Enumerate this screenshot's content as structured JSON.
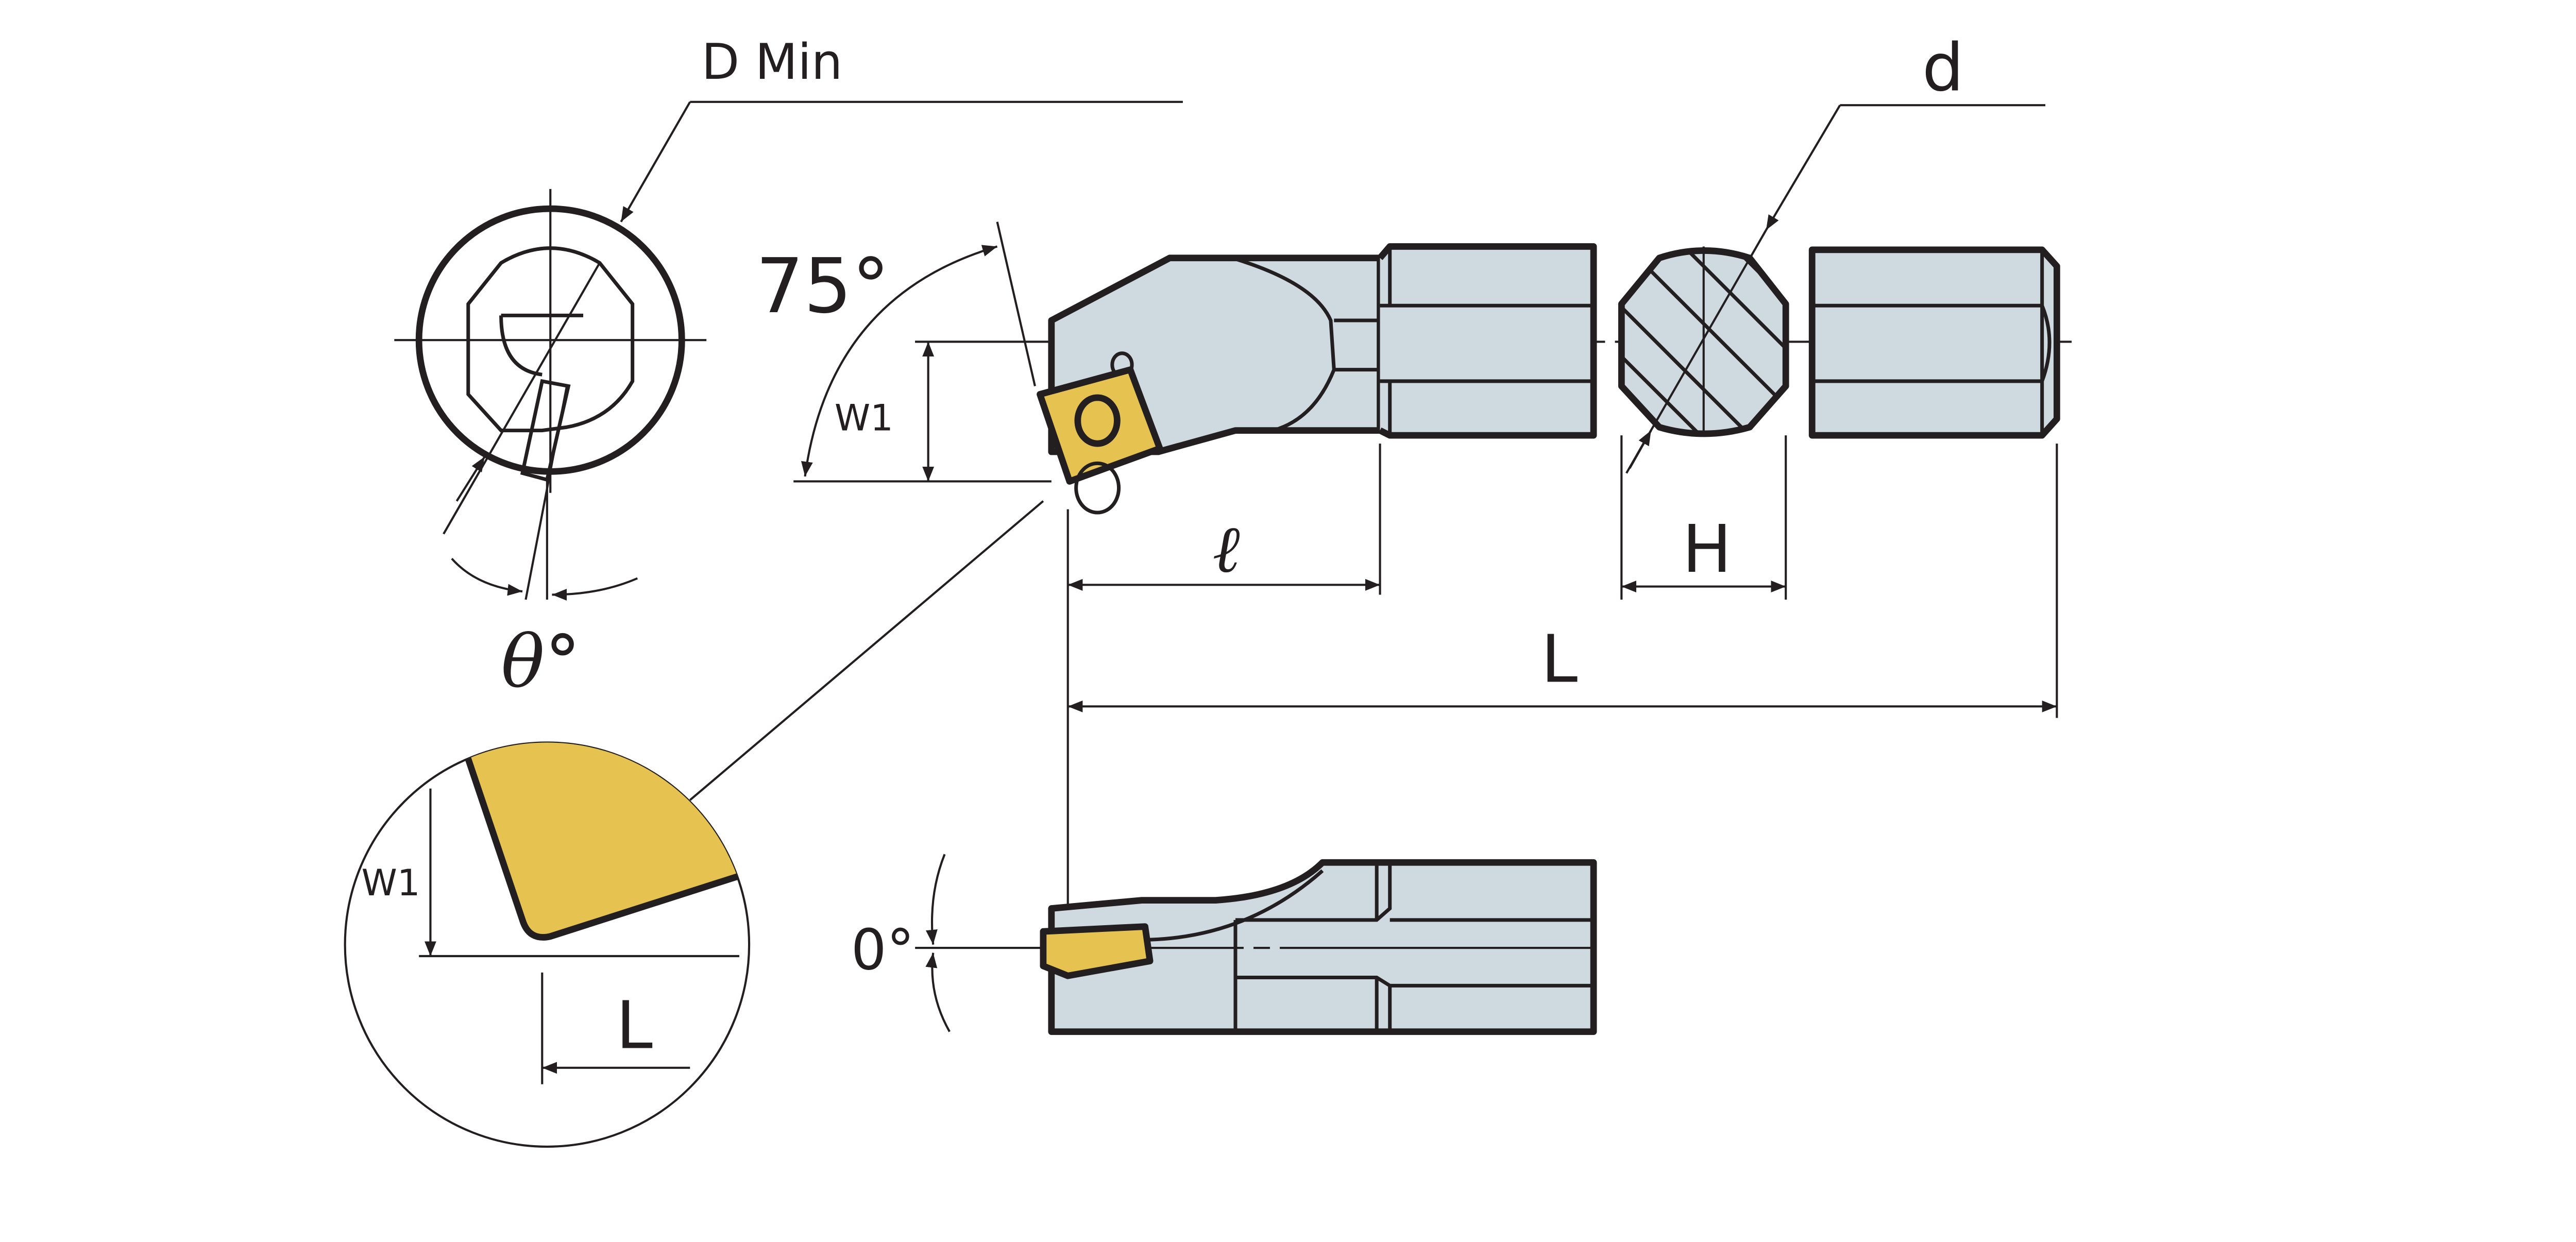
{
  "colors": {
    "body": "#cfd9e0",
    "insert": "#e6c351",
    "outline": "#231f20"
  },
  "labels": {
    "d_min": "D Min",
    "d": "d",
    "angle_75": "75°",
    "w1_main": "W1",
    "ell": "ℓ",
    "h": "H",
    "l_main": "L",
    "theta": "θ°",
    "w1_detail": "W1",
    "l_detail": "L",
    "angle_0": "0°"
  }
}
